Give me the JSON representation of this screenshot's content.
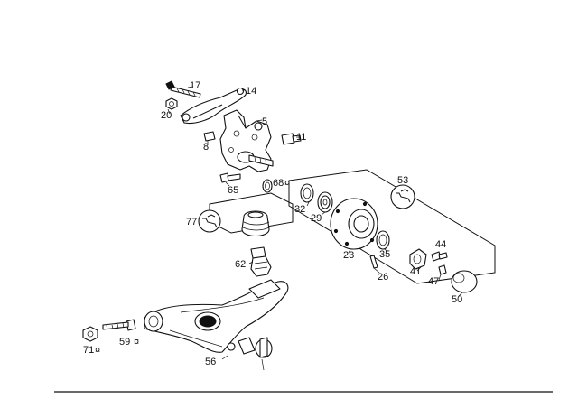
{
  "diagram": {
    "labels": {
      "l17": "17",
      "l14": "14",
      "l20": "20",
      "l5": "5",
      "l8": "8",
      "l11": "11",
      "l65": "65",
      "l68": "68",
      "l53": "53",
      "l32": "32",
      "l29": "29",
      "l77": "77",
      "l23": "23",
      "l35": "35",
      "l44": "44",
      "l41": "41",
      "l62": "62",
      "l26": "26",
      "l47": "47",
      "l50": "50",
      "l71": "71",
      "l59": "59",
      "l56": "56"
    },
    "marker_symbol": "¤"
  }
}
